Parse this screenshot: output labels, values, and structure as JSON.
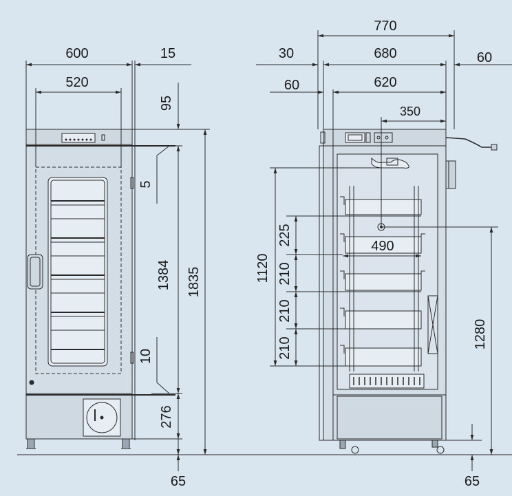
{
  "colors": {
    "background": "#d9e6f0",
    "line": "#2a2a2a",
    "body_fill": "#d3dde6",
    "panel_fill": "#c8d3dc"
  },
  "front_view": {
    "width_overall": "600",
    "width_inner": "520",
    "side_gap": "15",
    "top_offset": "95",
    "upper_gap": "5",
    "door_height": "1384",
    "lower_gap": "10",
    "total_height": "1835",
    "base_height": "276",
    "foot_height": "65"
  },
  "side_view": {
    "depth_overall": "770",
    "rear_offset": "30",
    "depth_body": "680",
    "cable_offset": "60",
    "door_offset": "60",
    "depth_inner": "620",
    "sensor_offset": "350",
    "interior_height": "1120",
    "shelf_pitch_top": "225",
    "shelf_depth": "490",
    "shelf_pitch_1": "210",
    "shelf_pitch_2": "210",
    "shelf_pitch_3": "210",
    "center_height": "1280",
    "foot_height": "65"
  }
}
